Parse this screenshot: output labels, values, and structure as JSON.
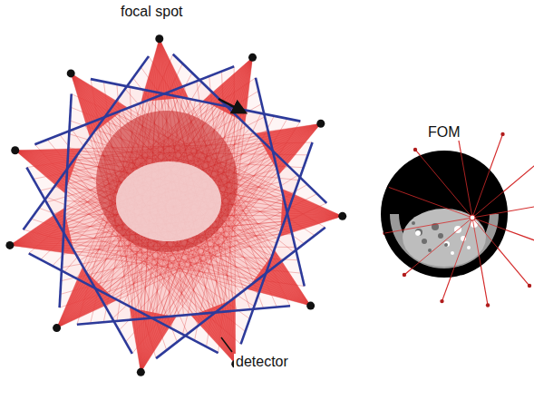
{
  "diagram": {
    "labels": [
      "focal spot",
      "detector",
      "FOM"
    ]
  }
}
